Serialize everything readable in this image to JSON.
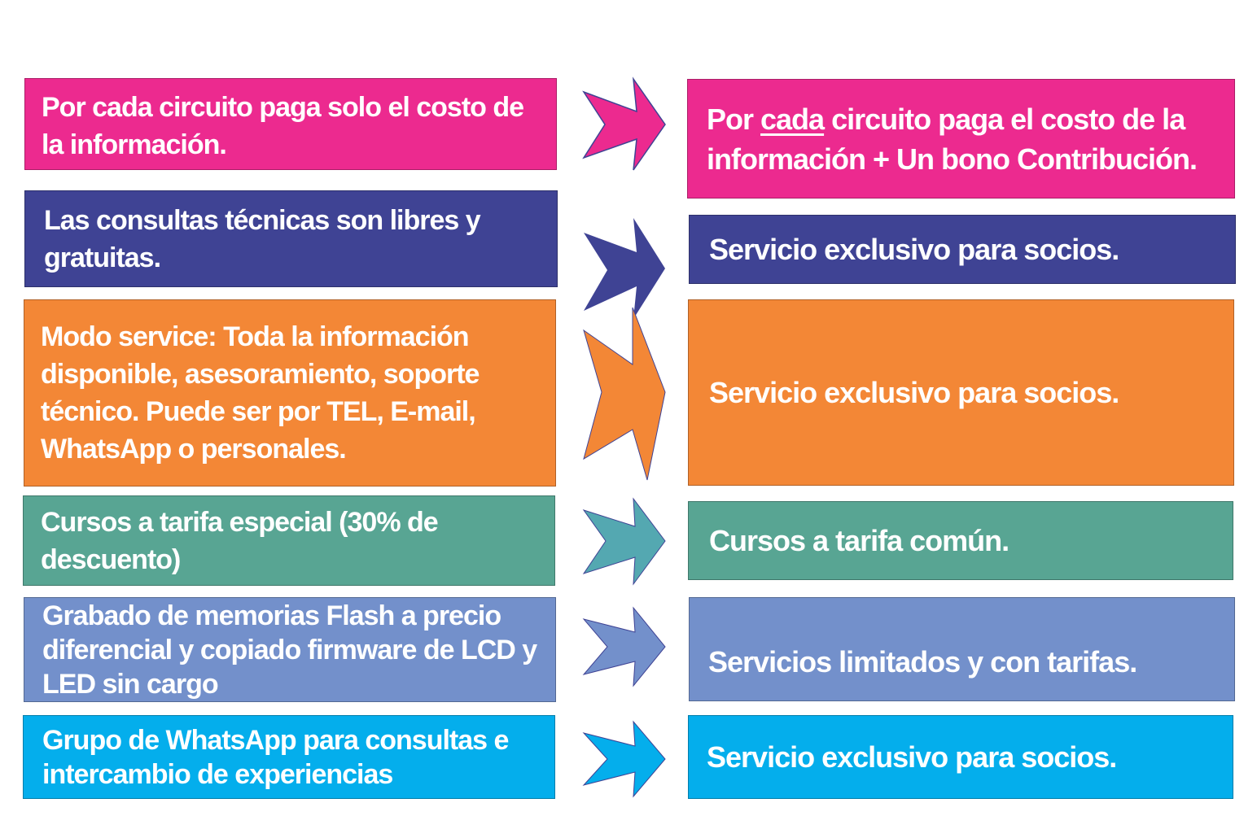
{
  "colors": {
    "pink": "#EC2A8F",
    "navy": "#3F4394",
    "orange": "#F38736",
    "green": "#58A593",
    "teal": "#54A8B1",
    "periwinkle": "#7390CB",
    "skyblue": "#04AEEC",
    "text": "#FFFFFF"
  },
  "rows": [
    {
      "left": {
        "lines": [
          "Por cada circuito paga solo el costo de",
          "la información."
        ]
      },
      "right": {
        "text_before": "Por ",
        "text_underlined": "cada",
        "text_after": " circuito paga el costo de la",
        "line2": "información + Un bono Contribución."
      }
    },
    {
      "left": {
        "lines": [
          "Las consultas técnicas son libres y",
          "gratuitas."
        ]
      },
      "right": {
        "text": "Servicio exclusivo para socios."
      }
    },
    {
      "left": {
        "lines": [
          "Modo service: Toda la información",
          "disponible, asesoramiento, soporte",
          "técnico. Puede ser por TEL, E-mail,",
          "WhatsApp o personales."
        ]
      },
      "right": {
        "text": "Servicio exclusivo para socios."
      }
    },
    {
      "left": {
        "lines": [
          "Cursos a tarifa especial (30% de",
          "descuento)"
        ]
      },
      "right": {
        "text": "Cursos a tarifa común."
      }
    },
    {
      "left": {
        "lines": [
          "Grabado de memorias Flash a precio",
          "diferencial y copiado firmware de LCD y",
          "LED sin cargo"
        ]
      },
      "right": {
        "text": "Servicios limitados y con tarifas."
      }
    },
    {
      "left": {
        "lines": [
          "Grupo de WhatsApp para consultas e",
          "intercambio de experiencias"
        ]
      },
      "right": {
        "text": "Servicio exclusivo para socios."
      }
    }
  ]
}
